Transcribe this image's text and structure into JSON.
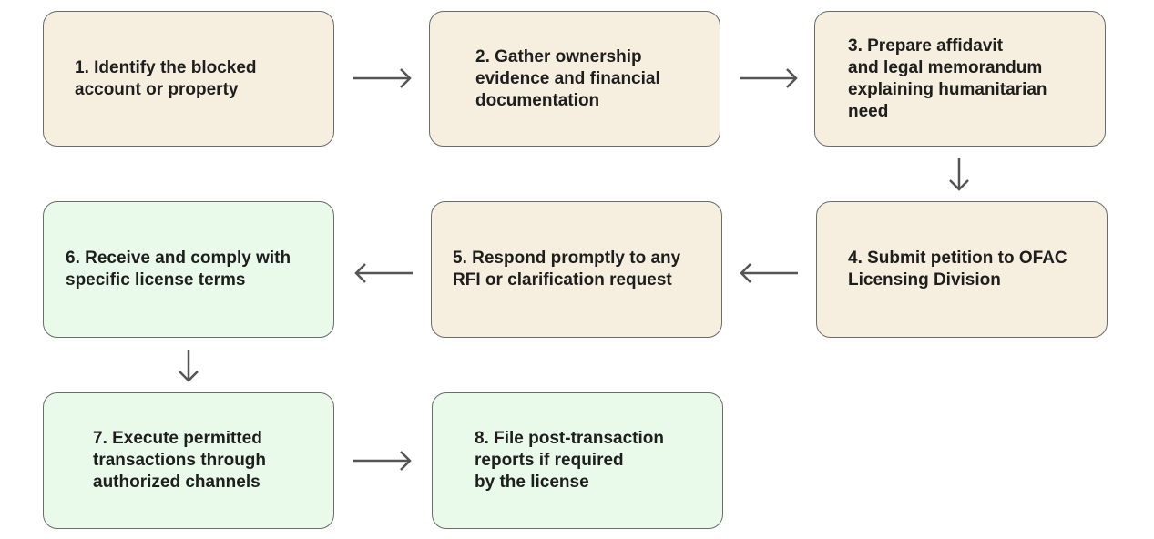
{
  "diagram": {
    "steps": [
      {
        "label": "1. Identify the blocked\naccount or property",
        "tone": "beige"
      },
      {
        "label": "2. Gather ownership\nevidence and financial\ndocumentation",
        "tone": "beige"
      },
      {
        "label": "3. Prepare affidavit\nand legal memorandum\nexplaining humanitarian\nneed",
        "tone": "beige"
      },
      {
        "label": "4. Submit petition to OFAC\nLicensing Division",
        "tone": "beige"
      },
      {
        "label": "5. Respond promptly to any\nRFI or clarification request",
        "tone": "beige"
      },
      {
        "label": "6. Receive and comply with\nspecific license terms",
        "tone": "green"
      },
      {
        "label": "7. Execute permitted\ntransactions through\nauthorized channels",
        "tone": "green"
      },
      {
        "label": "8. File post-transaction\nreports if required\nby the license",
        "tone": "green"
      }
    ],
    "colors": {
      "pending_fill": "#f6eedf",
      "approved_fill": "#eafaea",
      "border": "#6b6b6b",
      "arrow": "#555555",
      "text": "#1e1e1e"
    }
  }
}
